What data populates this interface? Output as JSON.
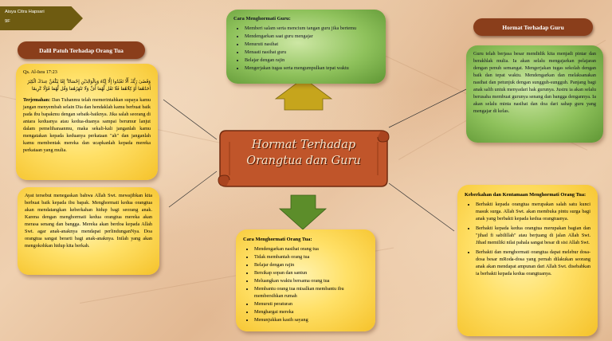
{
  "author_tag": {
    "name": "Aisya Citra Hapsari",
    "class": "9F"
  },
  "title_scroll": {
    "line1": "Hormat Terhadap",
    "line2": "Orangtua dan Guru"
  },
  "left_heading": "Dalil Patuh Terhadap Orang Tua",
  "right_heading": "Hormat Terhadap Guru",
  "dalil_box": {
    "ref": "Qs. Al-Isra 17:23",
    "arabic": "وَقَضَىٰ رَبُّكَ أَلَّا تَعْبُدُوا إِلَّا إِيَّاهُ وَبِالْوَالِدَيْنِ إِحْسَانًا ۚ إِمَّا يَبْلُغَنَّ عِندَكَ الْكِبَرَ أَحَدُهُمَا أَوْ كِلَاهُمَا فَلَا تَقُل لَّهُمَا أُفٍّ وَلَا تَنْهَرْهُمَا وَقُل لَّهُمَا قَوْلًا كَرِيمًا",
    "translation_label": "Terjemahan:",
    "translation": " Dan Tuhanmu telah memerintahkan supaya kamu jangan menyembah selain Dia dan hendaklah kamu berbuat baik pada ibu bapakmu dengan sebaik-baiknya. Jika salah seorang di antara keduanya atau kedua-duanya sampai berumur lanjut dalam pemeliharaanmu, maka sekali-kali janganlah kamu mengatakan kepada keduanya perkataan \"ah\" dan janganlah kamu membentak mereka dan ucapkanlah kepada mereka perkataan yang mulia."
  },
  "explain_box": "Ayat tersebut menegaskan bahwa Allah Swt. mewajibkan kita berbuat baik kepada ibu bapak. Menghormati kedua orangtua akan mendatangkan keberkahan hidup bagi seorang anak. Karena dengan menghormati kedua orangtua mereka akan merasa senang dan bangga. Mereka akan berdoa kepada Allah Swt. agar anak-anaknya mendapat perlindunganNya. Doa orangtua sangat berarti bagi anak-anaknya. Inilah yang akan mengokohkan hidup kita berkah.",
  "guru_ways": {
    "title": "Cara Menghormati Guru:",
    "items": [
      "Memberi salam serta mencium tangan guru jika bertemu",
      "Mendengarkan saat guru mengajar",
      "Menuruti nasihat",
      "Menaati nasihat guru",
      "Belajar dengan rajin",
      "Mengerjakan tugas serta mengumpulkan tepat waktu"
    ]
  },
  "guru_text": "Guru telah berjasa besar mendidik kita menjadi pintar dan berakhlak mulia. Ia akan selalu mengajarkan pelajaran dengan penuh semangat. Mengerjakan tugas sekolah dengan baik dan tepat waktu. Mendengarkan dan melaksanakan nasihat dan petunjuk dengan sungguh-sungguh. Panjang bagi anak salih untuk menyadari hak gurunya. Justru ia akan selalu berusaha membuat gurunya senang dan bangga dengannya. Ia akan selalu minta nasihat dan doa dari sahap guru yang mengajar di kelas.",
  "ortu_ways": {
    "title": "Cara Menghormati Orang Tua:",
    "items": [
      "Mendengarkan nasihat orang tua",
      "Tidak membantah orang tua",
      "Belajar dengan rajin",
      "Bersikap sopan dan santun",
      "Meluangkan waktu bersama orang tua",
      "Membantu orang tua misalkan membantu ibu membersihkan rumah",
      "Menuruti peraturan",
      "Menghargai mereka",
      "Menunjukkan kasih sayang"
    ]
  },
  "berkah_box": {
    "title": "Keberkahan dan Kentamaan Menghormati Orang Tua:",
    "items": [
      "Berbakti kepada orangtua merupakan salah satu kunci masuk surga. Allah Swt. akan membuka pintu surga bagi anak yang berbakti kepada kedua orangtuanya.",
      "Berbakti kepada kedua orangtua merupakan bagian dan \"jihad fi sabilillah\" atau berjuang di jalan Allah Swt. Jihad memiliki nilai pahala sangat besar di sisi Allah Swt.",
      "Berbakti dan menghormati orangtua dapat melebur dosa-dosa besar mRoda-dosa yang pernah dilakukan seorang anak akan mendapat ampunan dari Allah Swt. disebabkan ia berbakti kepada kedua orangtuanya."
    ]
  },
  "colors": {
    "brown": "#8a3e1b",
    "scroll": "#c0552a",
    "arrow_green": "#5c8d2a",
    "arrow_yellow": "#c6a51c"
  }
}
